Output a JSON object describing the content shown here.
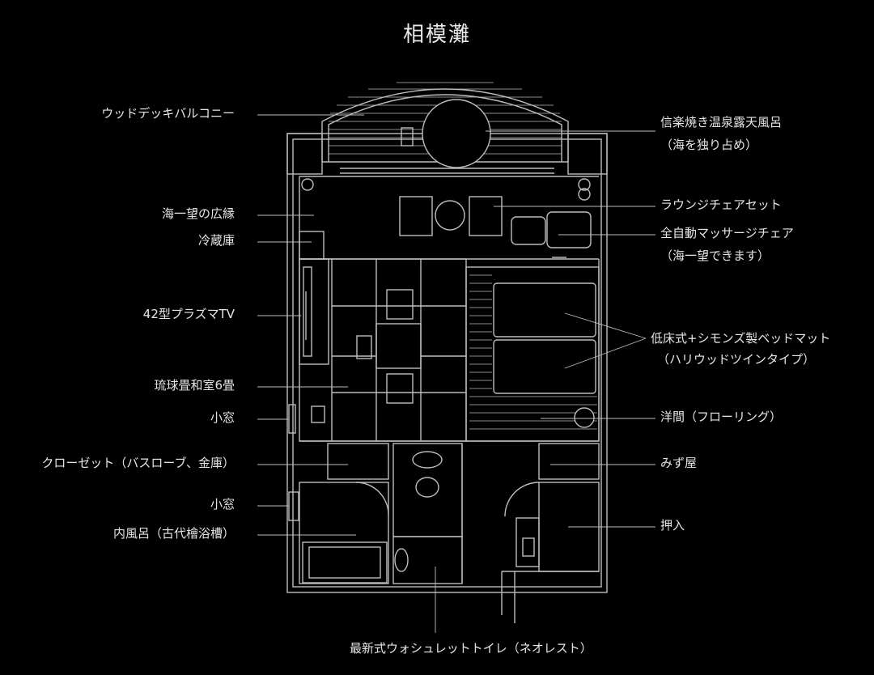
{
  "title": "相模灘",
  "labels_left": {
    "deck": "ウッドデッキバルコニー",
    "engawa": "海一望の広縁",
    "fridge": "冷蔵庫",
    "tv": "42型プラズマTV",
    "washitsu": "琉球畳和室6畳",
    "window1": "小窓",
    "closet": "クローゼット（バスローブ、金庫）",
    "window2": "小窓",
    "bath": "内風呂（古代檜浴槽）"
  },
  "labels_right": {
    "onsen": "信楽焼き温泉露天風呂",
    "onsen_note": "（海を独り占め）",
    "lounge": "ラウンジチェアセット",
    "massage": "全自動マッサージチェア",
    "massage_note": "（海一望できます）",
    "bed": "低床式+シモンズ製ベッドマット",
    "bed_note": "（ハリウッドツインタイプ）",
    "western": "洋間（フローリング）",
    "mizuya": "みず屋",
    "oshiire": "押入"
  },
  "labels_bottom": {
    "toilet": "最新式ウォシュレットトイレ（ネオレスト）"
  },
  "colors": {
    "background": "#000000",
    "line": "#bdbdbd",
    "text": "#e6e6e6"
  }
}
